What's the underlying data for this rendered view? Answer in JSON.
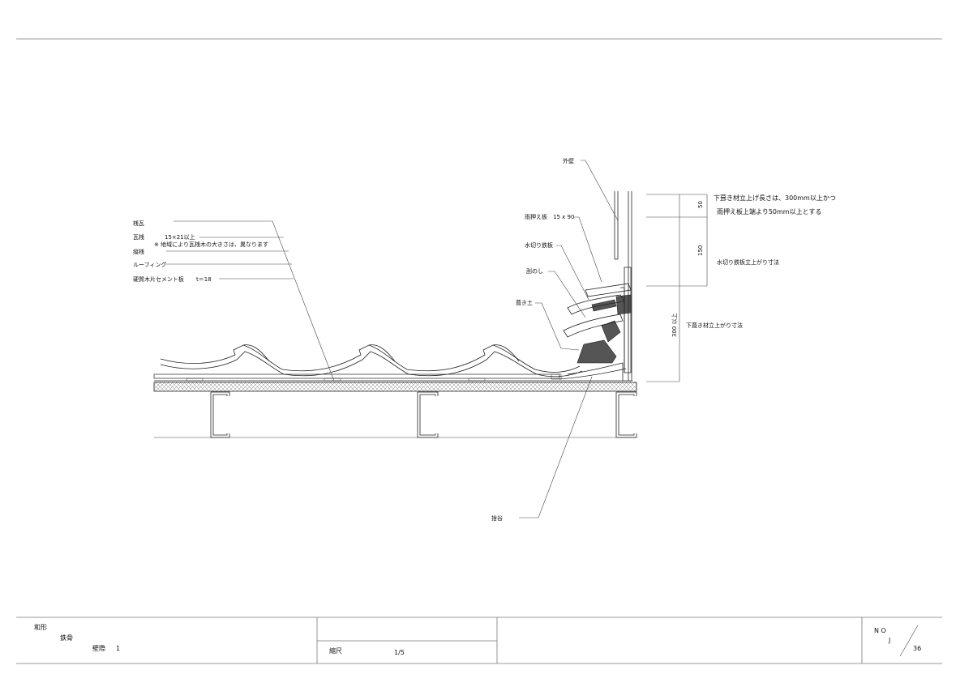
{
  "labels": {
    "gaiheki": "外壁",
    "shitabuki_note_1": "下葺き材立上げ長さは、300mm以上かつ",
    "shitabuki_note_2": "雨押え板上端より50mm以上とする",
    "amaosae": "雨押え板",
    "amaosae_size": "15 x 90",
    "mizukiri": "水切り鉄板",
    "kushi": "刮のし",
    "nankido": "葺き土",
    "sangawara": "桟瓦",
    "kawarasan": "瓦桟",
    "kawarasan_size": "15×21以上",
    "kawarasan_note": "※  地域により瓦桟木の大きさは、異なります",
    "tatesan": "縦桟",
    "roofing": "ルーフィング",
    "cement_board": "硬質木片セメント板",
    "cement_board_t": "t＝18",
    "suitani": "捨谷",
    "mizukiri_dim_note": "水切り鉄板立上がり寸法",
    "shitabuki_dim_note": "下葺き材立上がり寸法"
  },
  "dimensions": {
    "d50": "50",
    "d150": "150",
    "d300": "300 以上"
  },
  "title_block": {
    "line1": "和形",
    "line2": "鉄骨",
    "line3": "壁際",
    "line3_no": "1",
    "scale_label": "縮尺",
    "scale_value": "1/5",
    "no_label": "N O",
    "j_label": "J",
    "sheet_no": "36"
  }
}
